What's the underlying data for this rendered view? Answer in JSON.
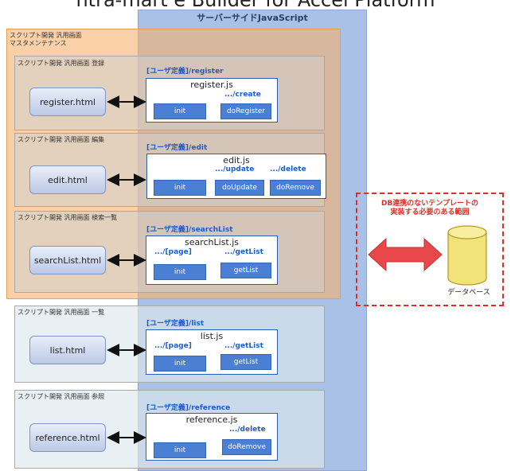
{
  "header": {
    "title": "ntra-mart e Builder for Accel Platform"
  },
  "server_side": {
    "label": "サーバーサイドJavaScript"
  },
  "master_area": {
    "line1": "スクリプト開発 汎用画面",
    "line2": "マスタメンテナンス"
  },
  "sections": [
    {
      "label": "スクリプト開発 汎用画面 登録",
      "html": "register.html",
      "route": "[ユーザ定義]/register",
      "js": "register.js",
      "paths": [
        "",
        ".../create"
      ],
      "buttons": [
        "init",
        "doRegister"
      ]
    },
    {
      "label": "スクリプト開発 汎用画面 編集",
      "html": "edit.html",
      "route": "[ユーザ定義]/edit",
      "js": "edit.js",
      "paths": [
        "",
        ".../update",
        ".../delete"
      ],
      "buttons": [
        "init",
        "doUpdate",
        "doRemove"
      ]
    },
    {
      "label": "スクリプト開発 汎用画面 検索一覧",
      "html": "searchList.html",
      "route": "[ユーザ定義]/searchList",
      "js": "searchList.js",
      "paths": [
        ".../[page]",
        ".../getList"
      ],
      "buttons": [
        "init",
        "getList"
      ]
    },
    {
      "label": "スクリプト開発 汎用画面 一覧",
      "html": "list.html",
      "route": "[ユーザ定義]/list",
      "js": "list.js",
      "paths": [
        ".../[page]",
        ".../getList"
      ],
      "buttons": [
        "init",
        "getList"
      ]
    },
    {
      "label": "スクリプト開発 汎用画面 参照",
      "html": "reference.html",
      "route": "[ユーザ定義]/reference",
      "js": "reference.js",
      "paths": [
        "",
        ".../delete"
      ],
      "buttons": [
        "init",
        "doRemove"
      ]
    }
  ],
  "database": {
    "note_line1": "DB連携のないテンプレートの",
    "note_line2": "実装する必要のある範囲",
    "label": "データベース"
  },
  "colors": {
    "server_column": "#a9c1e6",
    "master_area": "#f6b06e",
    "function_button": "#4a7fd4",
    "route_text": "#1f5cc8",
    "db_arrow": "#e8484a",
    "database": "#f2e27a",
    "dashed_border": "#d8302a"
  }
}
